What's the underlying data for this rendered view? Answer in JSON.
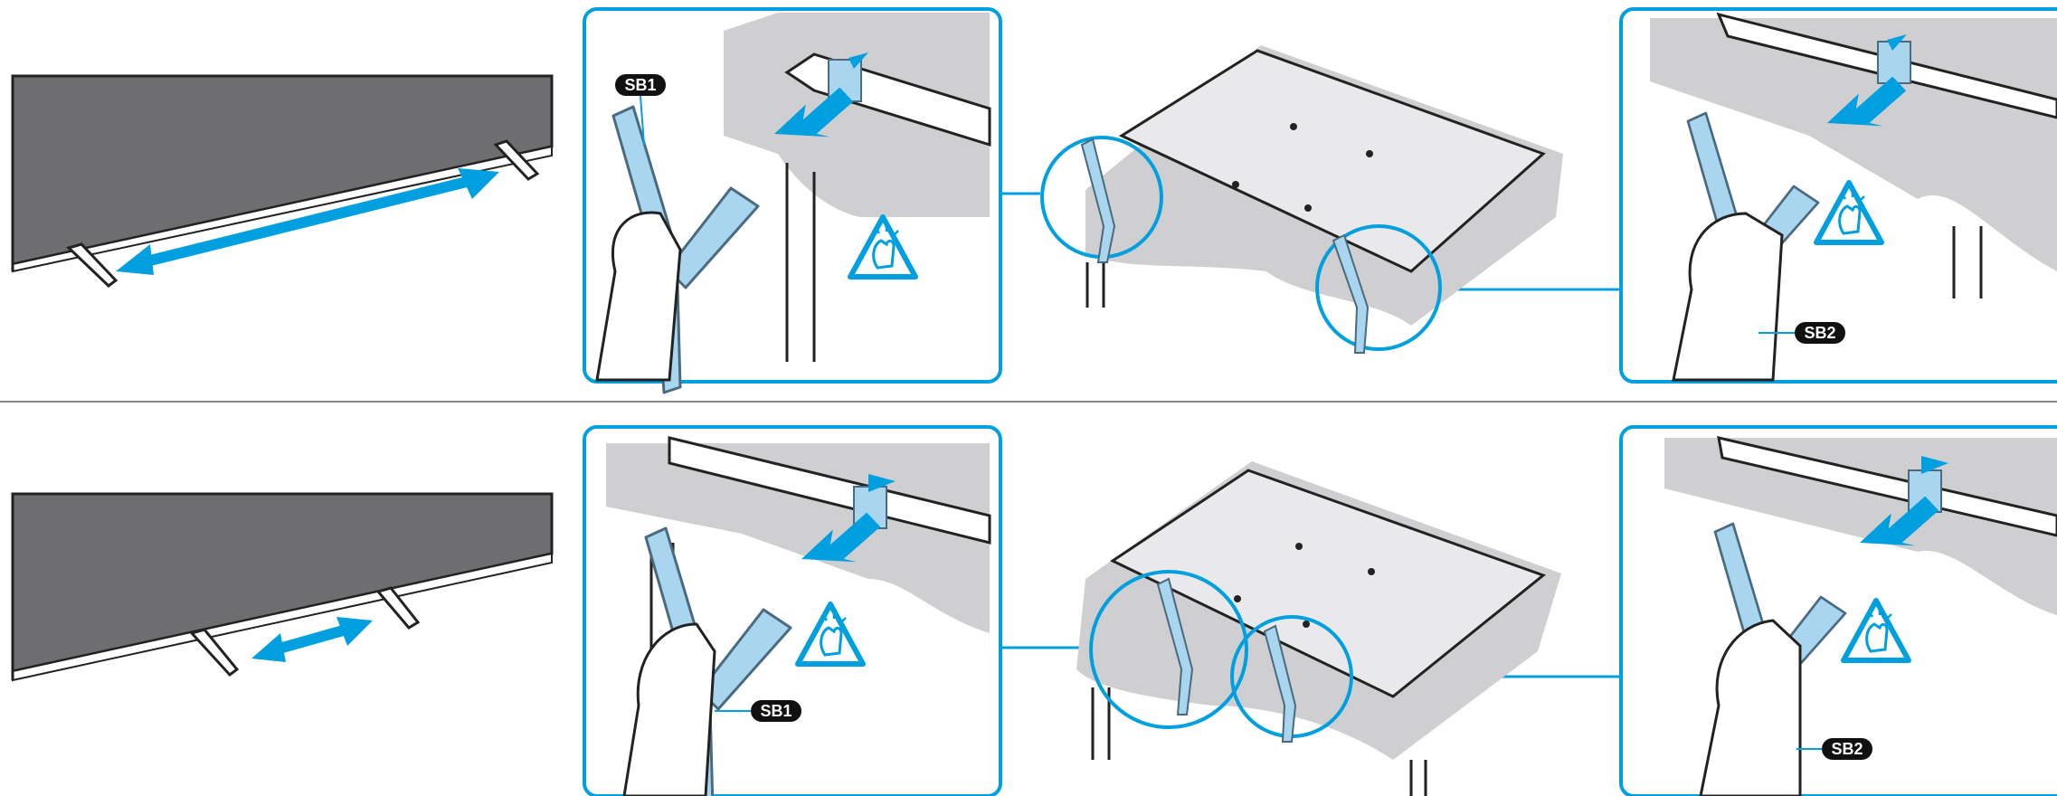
{
  "colors": {
    "accent": "#00a0e0",
    "stand_fill": "#a9d5ee",
    "stand_stroke": "#4a6a80",
    "tv_screen": "#6e6e70",
    "tablecloth": "#cfcfd1",
    "divider": "#8a8a8c",
    "badge_bg": "#111111",
    "badge_text": "#ffffff",
    "line": "#222222"
  },
  "steps": [
    {
      "id": "wide",
      "part_left": "SB1",
      "part_right": "SB2",
      "arrow_span": "wide"
    },
    {
      "id": "narrow",
      "part_left": "SB1",
      "part_right": "SB2",
      "arrow_span": "narrow"
    }
  ],
  "icons": [
    "pinch-caution-icon",
    "insert-arrow-icon",
    "width-arrow-icon"
  ]
}
